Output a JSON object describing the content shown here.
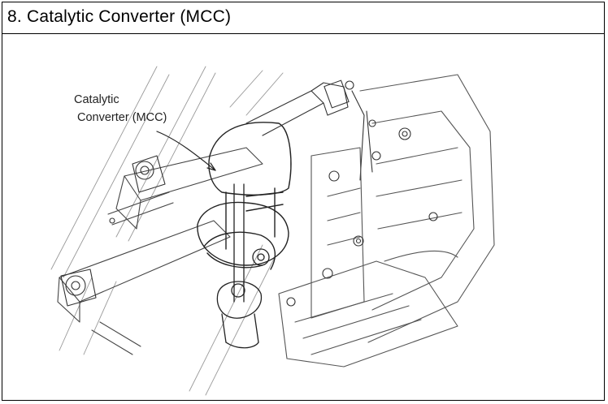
{
  "section": {
    "title": "8. Catalytic Converter (MCC)"
  },
  "figure": {
    "callout_line1": "Catalytic",
    "callout_line2": "Converter (MCC)"
  }
}
